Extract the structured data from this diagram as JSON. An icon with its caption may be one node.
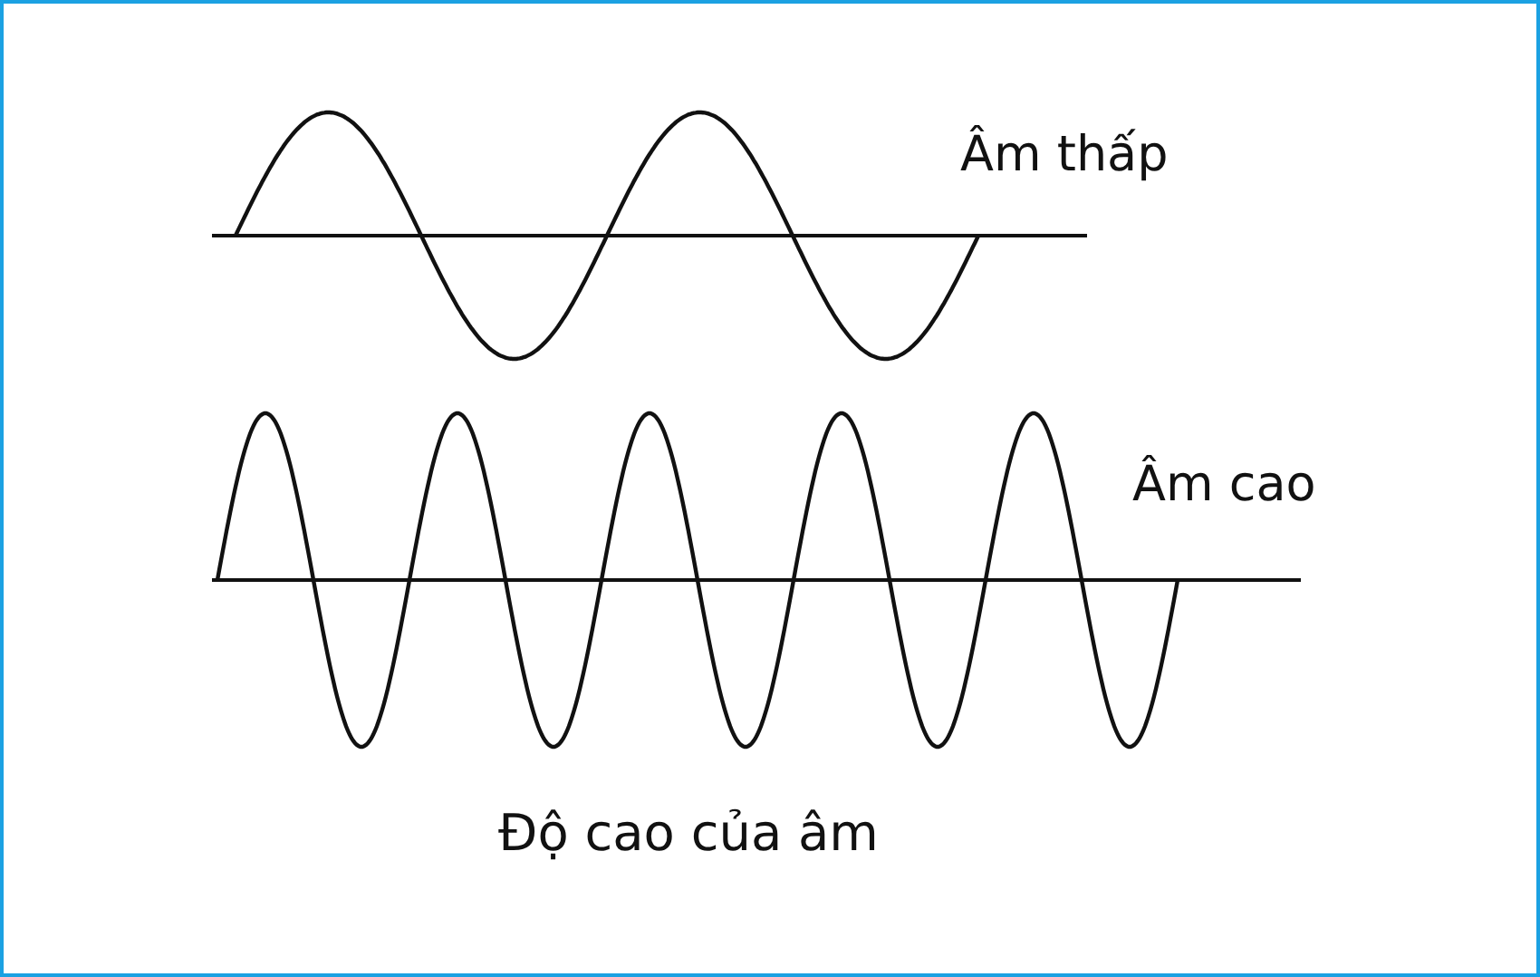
{
  "diagram": {
    "caption": "Độ cao của âm",
    "labels": [
      "Âm thấp",
      "Âm cao"
    ]
  }
}
